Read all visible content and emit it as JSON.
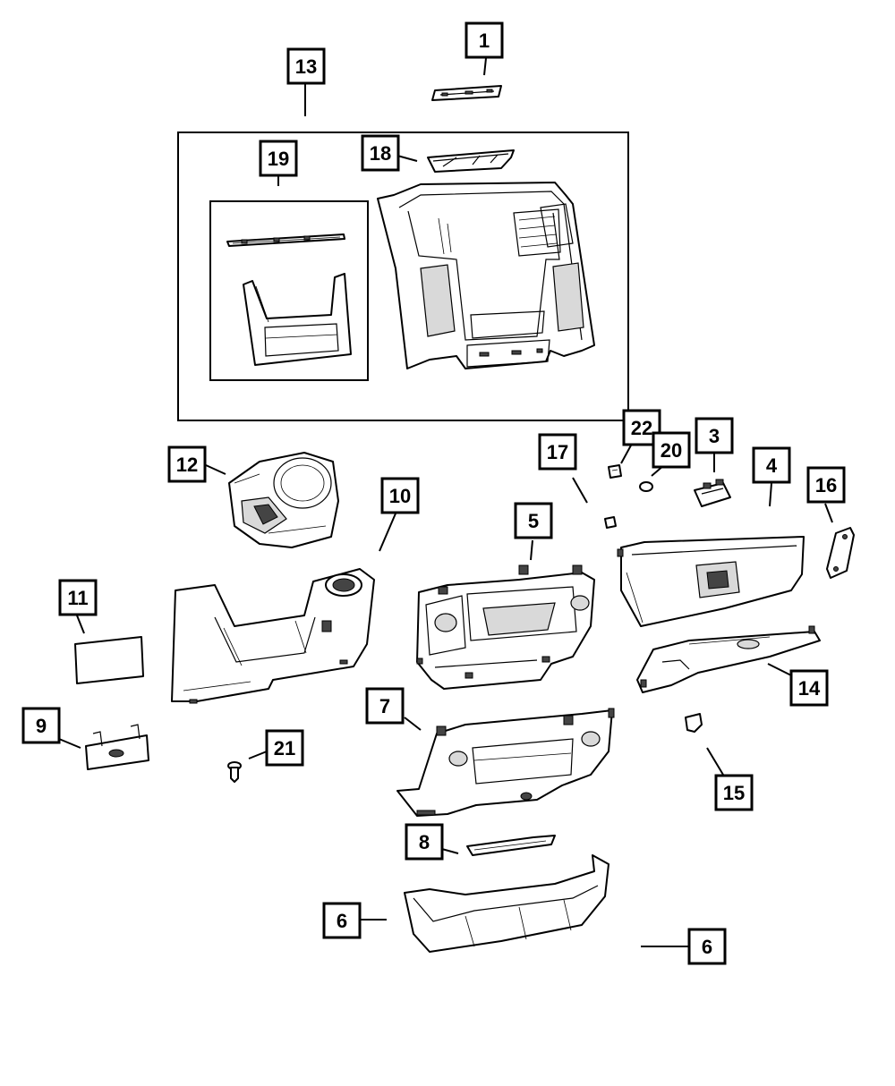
{
  "diagram": {
    "callouts": [
      {
        "id": "c1",
        "label": "1"
      },
      {
        "id": "c13",
        "label": "13"
      },
      {
        "id": "c18",
        "label": "18"
      },
      {
        "id": "c19",
        "label": "19"
      },
      {
        "id": "c22",
        "label": "22"
      },
      {
        "id": "c20",
        "label": "20"
      },
      {
        "id": "c3",
        "label": "3"
      },
      {
        "id": "c17",
        "label": "17"
      },
      {
        "id": "c4",
        "label": "4"
      },
      {
        "id": "c16",
        "label": "16"
      },
      {
        "id": "c12",
        "label": "12"
      },
      {
        "id": "c10",
        "label": "10"
      },
      {
        "id": "c5",
        "label": "5"
      },
      {
        "id": "c11",
        "label": "11"
      },
      {
        "id": "c14",
        "label": "14"
      },
      {
        "id": "c9",
        "label": "9"
      },
      {
        "id": "c7",
        "label": "7"
      },
      {
        "id": "c21",
        "label": "21"
      },
      {
        "id": "c15",
        "label": "15"
      },
      {
        "id": "c8",
        "label": "8"
      },
      {
        "id": "c6a",
        "label": "6"
      },
      {
        "id": "c6b",
        "label": "6"
      }
    ]
  }
}
